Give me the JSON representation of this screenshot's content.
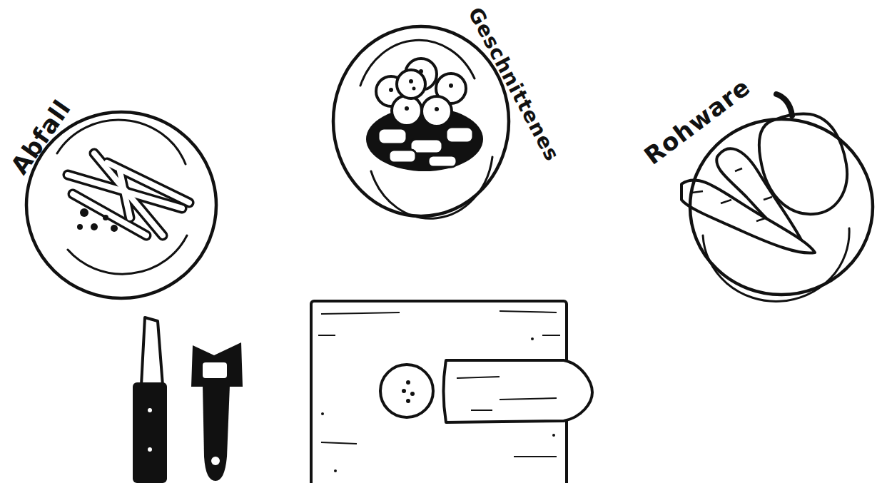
{
  "diagram": {
    "nodes": [
      {
        "text": [
          "Abfall"
        ]
      },
      {
        "text": [
          "Geschnittenes"
        ]
      },
      {
        "text": [
          "Rohware"
        ]
      }
    ]
  }
}
